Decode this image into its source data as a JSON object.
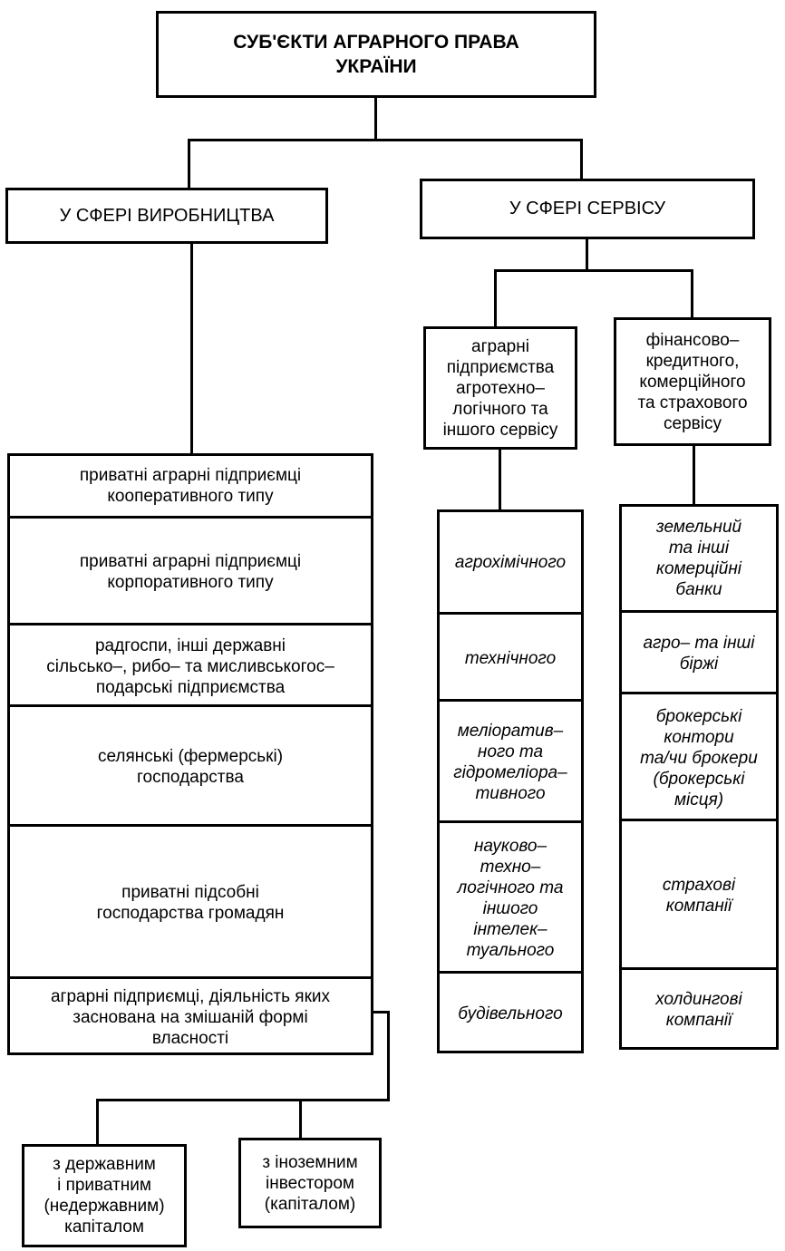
{
  "title": "СУБ'ЄКТИ АГРАРНОГО ПРАВА\nУКРАЇНИ",
  "production": {
    "label": "У СФЕРІ ВИРОБНИЦТВА",
    "items": [
      "приватні аграрні підприємці\nкооперативного типу",
      "приватні аграрні підприємці\nкорпоративного типу",
      "радгоспи, інші державні\nсільсько–, рибо– та мисливськогос–\nподарські підприємства",
      "селянські (фермерські)\nгосподарства",
      "приватні підсобні\nгосподарства громадян",
      "аграрні підприємці, діяльність яких\nзаснована на змішаній формі\nвласності"
    ],
    "mixed_types": [
      "з державним\nі приватним\n(недержавним)\nкапіталом",
      "з іноземним\nінвестором\n(капіталом)"
    ]
  },
  "service": {
    "label": "У СФЕРІ СЕРВІСУ",
    "agro_service": {
      "label": "аграрні\nпідприємства\nагротехно–\nлогічного та\nіншого сервісу",
      "items": [
        "агрохімічного",
        "технічного",
        "меліоратив–\nного та\nгідромеліора–\nтивного",
        "науково–\nтехно–\nлогічного та\nіншого\nінтелек–\nтуального",
        "будівельного"
      ]
    },
    "finance_service": {
      "label": "фінансово–\nкредитного,\nкомерційного\nта страхового\nсервісу",
      "items": [
        "земельний\nта інші\nкомерційні\nбанки",
        "агро– та інші\nбіржі",
        "брокерські\nконтори\nта/чи брокери\n(брокерські\nмісця)",
        "страхові\nкомпанії",
        "холдингові\nкомпанії"
      ]
    }
  }
}
